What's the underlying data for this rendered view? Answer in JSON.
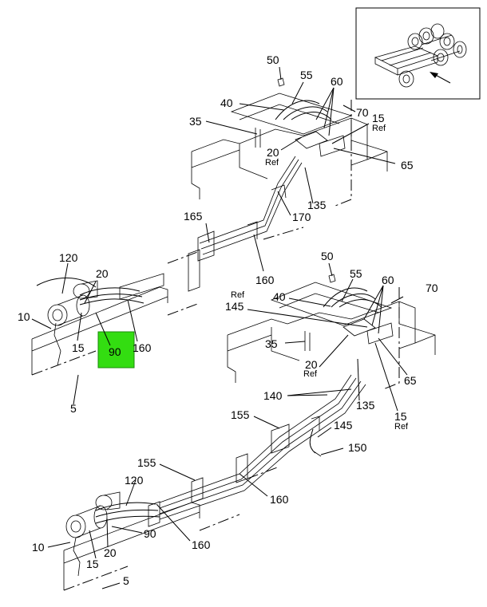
{
  "callouts": {
    "c5_top": "5",
    "c10_top": "10",
    "c15_top": "15",
    "c20_top": "20",
    "c90_top": "90",
    "c120_top": "120",
    "c160_top": "160",
    "c165": "165",
    "c160_mid": "160",
    "c35_upper": "35",
    "c40_upper": "40",
    "c50_upper": "50",
    "c55_upper": "55",
    "c60_upper": "60",
    "c70_upper": "70",
    "c15_upper": "15",
    "ref_15_upper": "Ref",
    "c20_upper": "20",
    "ref_20_upper": "Ref",
    "c65_upper": "65",
    "c135_upper": "135",
    "c170": "170",
    "c50_lower": "50",
    "c55_lower": "55",
    "c60_lower": "60",
    "c70_lower": "70",
    "c40_lower": "40",
    "ref_145": "Ref",
    "c145_ref": "145",
    "c35_lower": "35",
    "c20_lower": "20",
    "ref_20_lower": "Ref",
    "c65_lower": "65",
    "c135_lower": "135",
    "c140": "140",
    "c15_lower": "15",
    "ref_15_lower": "Ref",
    "c155_a": "155",
    "c145": "145",
    "c150": "150",
    "c155_b": "155",
    "c120_bot": "120",
    "c160_b1": "160",
    "c90_bot": "90",
    "c160_b2": "160",
    "c10_bot": "10",
    "c15_bot": "15",
    "c20_bot": "20",
    "c5_bot": "5"
  },
  "highlight": {
    "color": "#33dd11"
  },
  "locator_inset": {
    "present": true
  }
}
